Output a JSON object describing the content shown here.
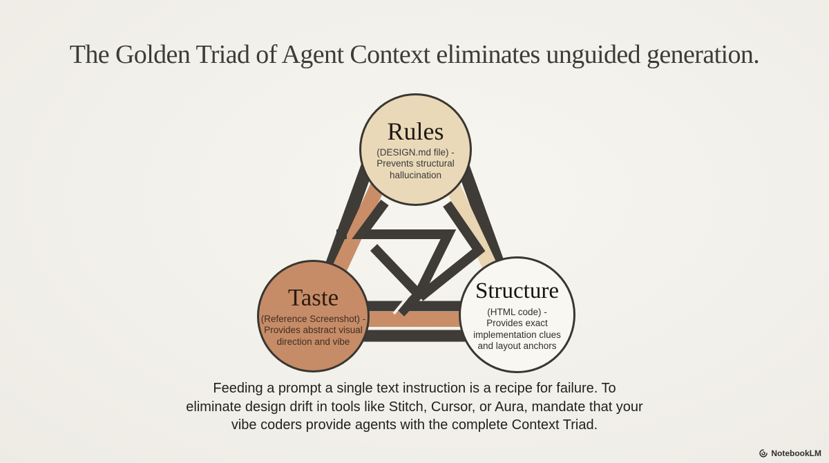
{
  "title": "The Golden Triad of Agent Context eliminates unguided generation.",
  "triad": {
    "rules": {
      "title": "Rules",
      "desc_lines": [
        "(DESIGN.md file) -",
        "Prevents structural",
        "hallucination"
      ]
    },
    "taste": {
      "title": "Taste",
      "desc_lines": [
        "(Reference Screenshot) -",
        "Provides abstract visual",
        "direction and vibe"
      ]
    },
    "structure": {
      "title": "Structure",
      "desc_lines": [
        "(HTML code) -",
        "Provides exact",
        "implementation clues",
        "and layout anchors"
      ]
    }
  },
  "caption_lines": [
    "Feeding a prompt a single text instruction is a recipe for failure. To",
    "eliminate design drift in tools like Stitch, Cursor, or Aura, mandate that your",
    "vibe coders provide agents with the complete Context Triad."
  ],
  "footer": {
    "brand": "NotebookLM"
  },
  "colors": {
    "background": "#f2f0ea",
    "band_dark": "#3f3b36",
    "band_terracotta": "#c98e68",
    "band_cream": "#e9d5b1",
    "rules_fill": "#ead9b8",
    "taste_fill": "#c68c67",
    "structure_fill": "#f9f7f2",
    "circle_border": "#3a3631",
    "title_text": "#3c3d38",
    "body_text": "#1f1f1f"
  }
}
